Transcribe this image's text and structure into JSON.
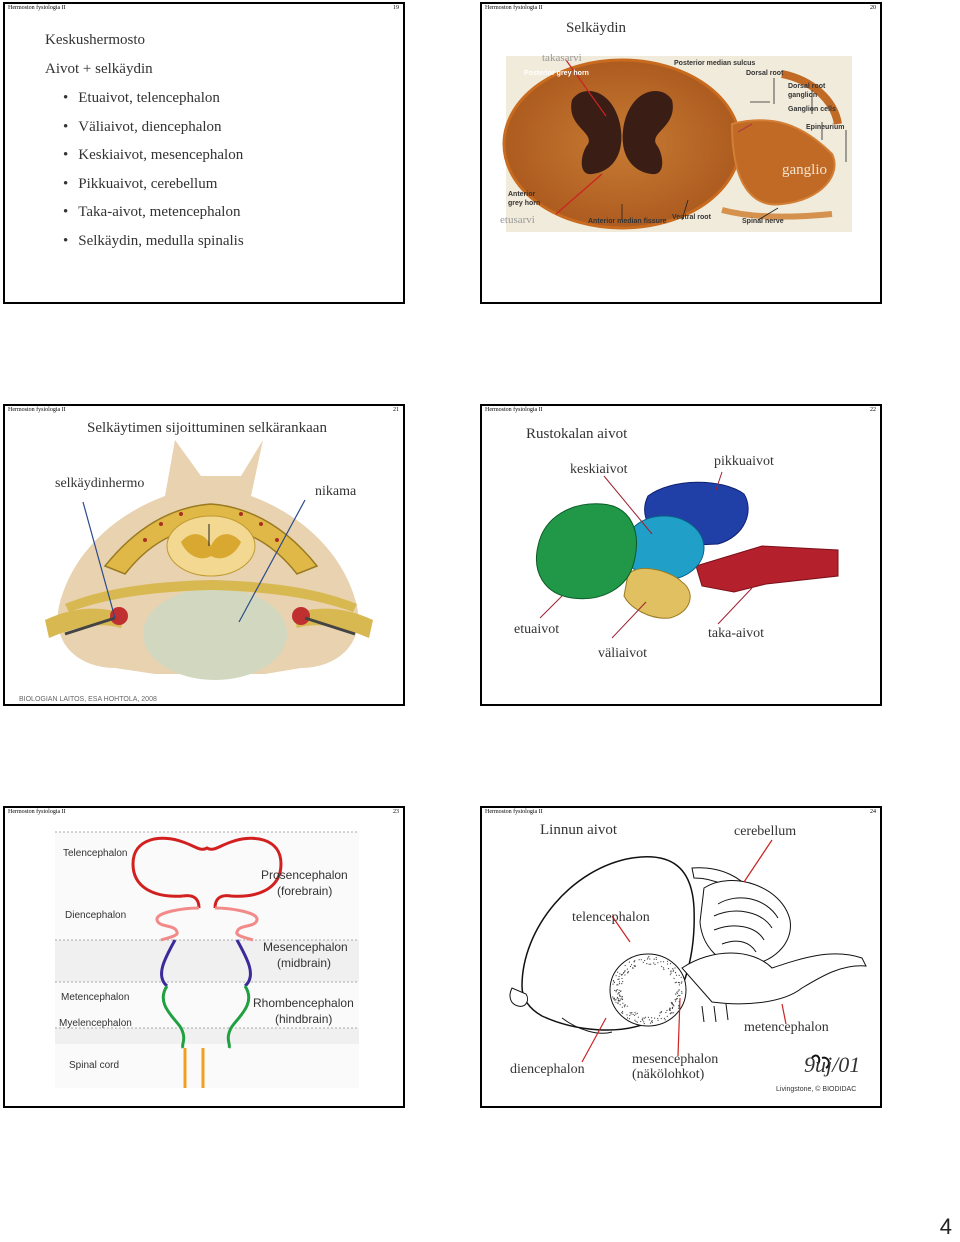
{
  "header": "Hermoston fysiologia II",
  "page_number": "4",
  "slides": [
    {
      "number": "19",
      "lines": [
        "Keskushermosto",
        "Aivot + selkäydin"
      ],
      "bullets": [
        "Etuaivot, telencephalon",
        "Väliaivot, diencephalon",
        "Keskiaivot, mesencephalon",
        "Pikkuaivot, cerebellum",
        "Taka-aivot, metencephalon",
        "Selkäydin, medulla spinalis"
      ]
    },
    {
      "number": "20",
      "title": "Selkäydin",
      "labels": {
        "takasarvi": "takasarvi",
        "posterior_grey_horn": "Posterior grey horn",
        "posterior_median_sulcus": "Posterior median sulcus",
        "dorsal_root": "Dorsal root",
        "dorsal_root_ganglion": "Dorsal root ganglion",
        "ganglion_cells": "Ganglion cells",
        "epineurium": "Epineurium",
        "ganglio": "ganglio",
        "anterior_grey_horn": "Anterior grey horn",
        "etusarvi": "etusarvi",
        "anterior_median_fissure": "Anterior median fissure",
        "ventral_root": "Ventral root",
        "spinal_nerve": "Spinal nerve"
      }
    },
    {
      "number": "21",
      "title": "Selkäytimen sijoittuminen selkärankaan",
      "labels": {
        "selkaydinhermo": "selkäydinhermo",
        "nikama": "nikama"
      },
      "credit": "BIOLOGIAN LAITOS, ESA HOHTOLA, 2008"
    },
    {
      "number": "22",
      "title": "Rustokalan aivot",
      "labels": {
        "keskiaivot": "keskiaivot",
        "pikkuaivot": "pikkuaivot",
        "etuaivot": "etuaivot",
        "valiaivot": "väliaivot",
        "taka_aivot": "taka-aivot"
      }
    },
    {
      "number": "23",
      "labels": {
        "telencephalon": "Telencephalon",
        "diencephalon": "Diencephalon",
        "prosencephalon": "Prosencephalon",
        "forebrain": "(forebrain)",
        "mesencephalon": "Mesencephalon",
        "midbrain": "(midbrain)",
        "metencephalon": "Metencephalon",
        "myelencephalon": "Myelencephalon",
        "rhombencephalon": "Rhombencephalon",
        "hindbrain": "(hindbrain)",
        "spinal_cord": "Spinal cord"
      }
    },
    {
      "number": "24",
      "title": "Linnun aivot",
      "labels": {
        "cerebellum": "cerebellum",
        "telencephalon": "telencephalon",
        "metencephalon": "metencephalon",
        "diencephalon": "diencephalon",
        "mesencephalon": "mesencephalon",
        "nakolohkot": "(näkölohkot)",
        "signature": "9uj/01",
        "credit": "Livingstone, © BIODIDAC"
      }
    }
  ]
}
